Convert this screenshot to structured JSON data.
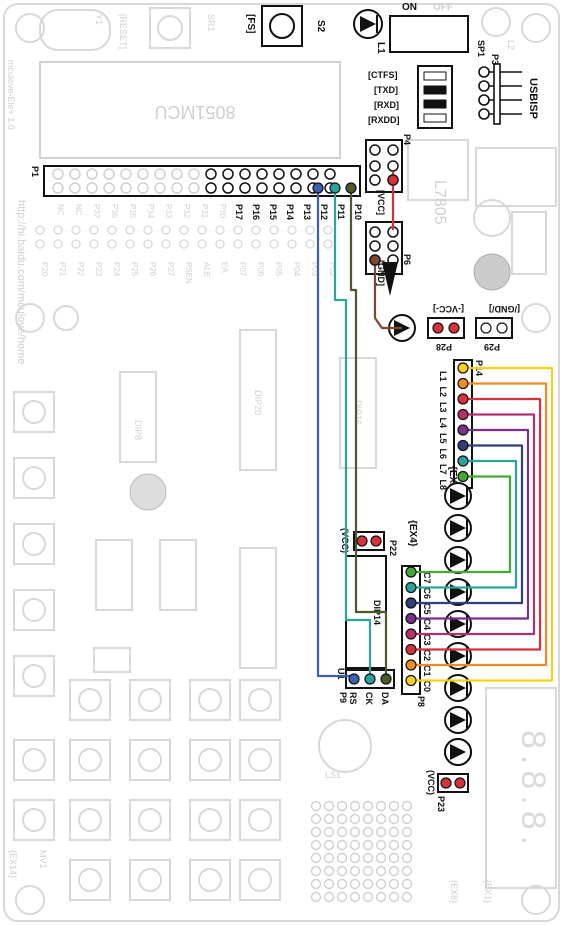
{
  "labels": {
    "power_on": "ON",
    "power_off": "OFF",
    "fs_bracket": "[FS]",
    "s2": "S2",
    "l1": "L1",
    "l2": "L2",
    "sp1": "SP1",
    "p3": "P3",
    "usbisp": "USBISP",
    "ctfs": "[CTFS]",
    "txd": "[TXD]",
    "rxd": "[RXD]",
    "rxdd": "[RXDD]",
    "mcu_name": "8051MCU",
    "url_text": "http://hi.baidu.com/mculove/home",
    "reset": "[RESET]",
    "sr1": "SR1",
    "y1": "Y1",
    "mculove_rev": "mculove-Ele+ 1.0",
    "p1": "P1",
    "p4": "P4",
    "vcc_p4": "[VCC]",
    "p6": "P6",
    "gnd_p6": "[GND]",
    "l7805": "L7805",
    "vcc_bottom": "[-VCC-]",
    "gnd_bottom": "[/GND/]",
    "p28": "P28",
    "p29": "P29",
    "p14": "P14",
    "ex2": "{EX2}",
    "ex4": "{EX4}",
    "p22": "P22",
    "vcc_p22": "(VCC)",
    "dip14": "DIP14",
    "u1": "U1",
    "p9": "P9",
    "rs": "RS",
    "ck": "CK",
    "da": "DA",
    "p8": "P8",
    "p23": "P23",
    "vcc_p23": "(VCC)",
    "dip8": "DIP8",
    "dip16": "DIP16",
    "dip20": "DIP20",
    "ex1": "{EX1}",
    "ex8": "{EX8}",
    "ex14": "{EX14}",
    "mv1": "MV1",
    "ls1": "LS1"
  },
  "port_p1_pins": [
    "P17",
    "P16",
    "P15",
    "P14",
    "P13",
    "P12",
    "P11",
    "P10"
  ],
  "port_p2_pins": [
    "P20",
    "P21",
    "P22",
    "P23",
    "P24",
    "P25",
    "P26",
    "P27",
    "PSEN",
    "ALE",
    "EA",
    "P07",
    "P06",
    "P05",
    "P04",
    "P03",
    "P02"
  ],
  "port_p3_pins": [
    "NC",
    "NC",
    "P37",
    "P36",
    "P35",
    "P34",
    "P33",
    "P32",
    "P31",
    "P30"
  ],
  "led_labels": [
    "L1",
    "L2",
    "L3",
    "L4",
    "L5",
    "L6",
    "L7",
    "L8"
  ],
  "c_labels": [
    "C7",
    "C6",
    "C5",
    "C4",
    "C3",
    "C2",
    "C1",
    "C0"
  ],
  "wire_colors": {
    "blue": "#3e5fb0",
    "teal": "#2aa39b",
    "olive": "#4a5a2a",
    "brown": "#7b4a2e",
    "red": "#d6323c",
    "orange": "#f08a24",
    "yellow": "#f5d21a",
    "magenta": "#b3306f",
    "purple": "#7a2f8a",
    "pink": "#e07a9a",
    "green": "#43a838",
    "navy": "#2e3f7a"
  }
}
